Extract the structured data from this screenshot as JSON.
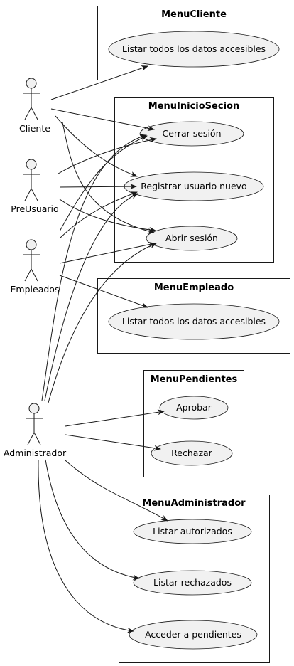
{
  "packages": {
    "menu_cliente": "MenuCliente",
    "menu_inicio_secion": "MenuInicioSecion",
    "menu_empleado": "MenuEmpleado",
    "menu_pendientes": "MenuPendientes",
    "menu_administrador": "MenuAdministrador"
  },
  "use_cases": {
    "cliente_listar": "Listar todos los datos accesibles",
    "cerrar_sesion": "Cerrar sesión",
    "registrar_usuario": "Registrar usuario nuevo",
    "abrir_sesion": "Abrir sesión",
    "empleado_listar": "Listar todos los datos accesibles",
    "aprobar": "Aprobar",
    "rechazar": "Rechazar",
    "listar_autorizados": "Listar autorizados",
    "listar_rechazados": "Listar rechazados",
    "acceder_pendientes": "Acceder a pendientes"
  },
  "actors": {
    "cliente": "Cliente",
    "preusuario": "PreUsuario",
    "empleados": "Empleados",
    "administrador": "Administrador"
  },
  "colors": {
    "stroke": "#181818",
    "use_case_fill": "#f1f1f1",
    "background": "#ffffff"
  }
}
